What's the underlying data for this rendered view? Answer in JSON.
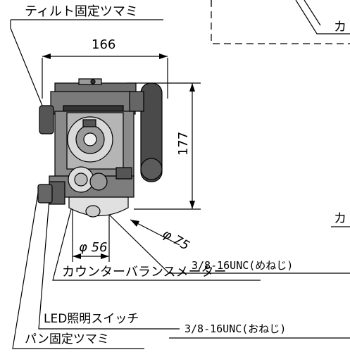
{
  "labels": {
    "tilt_lock_knob": "ティルト固定ツマミ",
    "counter_balance_partial_top": "カ",
    "counter_balance_partial_mid": "カ",
    "counterbalance_meter": "カウンターバランスメーター",
    "led_light_switch": "LED照明スイッチ",
    "pan_lock_knob": "パン固定ツマミ",
    "thread_female": "3/8-16UNC(めねじ)",
    "thread_male": "3/8-16UNC(おねじ)"
  },
  "dimensions": {
    "width": "166",
    "height": "177",
    "base_diameter": "φ 75",
    "bottom_diameter": "φ 56"
  }
}
